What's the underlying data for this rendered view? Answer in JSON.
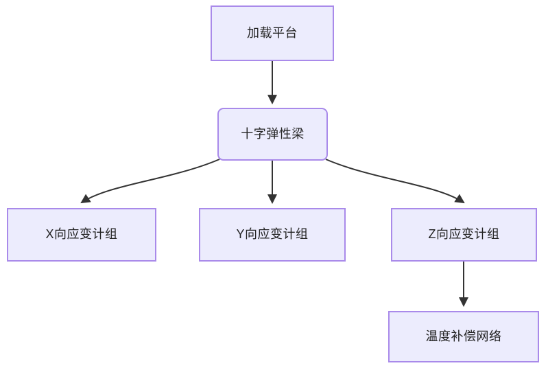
{
  "diagram": {
    "type": "flowchart",
    "direction": "top-down",
    "colors": {
      "node_fill": "#ececfd",
      "node_border": "#a98aea",
      "edge_stroke": "#333333",
      "text": "#232323",
      "background": "#ffffff"
    },
    "nodes": [
      {
        "id": "platform",
        "label": "加载平台",
        "shape": "rectangle"
      },
      {
        "id": "beam",
        "label": "十字弹性梁",
        "shape": "rounded-rectangle"
      },
      {
        "id": "x_gauge",
        "label": "X向应变计组",
        "shape": "rectangle"
      },
      {
        "id": "y_gauge",
        "label": "Y向应变计组",
        "shape": "rectangle"
      },
      {
        "id": "z_gauge",
        "label": "Z向应变计组",
        "shape": "rectangle"
      },
      {
        "id": "temp_comp",
        "label": "温度补偿网络",
        "shape": "rectangle"
      }
    ],
    "edges": [
      {
        "from": "platform",
        "to": "beam",
        "style": "straight",
        "arrow": "end",
        "label": ""
      },
      {
        "from": "beam",
        "to": "x_gauge",
        "style": "curved",
        "arrow": "end",
        "label": ""
      },
      {
        "from": "beam",
        "to": "y_gauge",
        "style": "straight",
        "arrow": "end",
        "label": ""
      },
      {
        "from": "beam",
        "to": "z_gauge",
        "style": "curved",
        "arrow": "end",
        "label": ""
      },
      {
        "from": "z_gauge",
        "to": "temp_comp",
        "style": "straight",
        "arrow": "end",
        "label": ""
      }
    ]
  }
}
